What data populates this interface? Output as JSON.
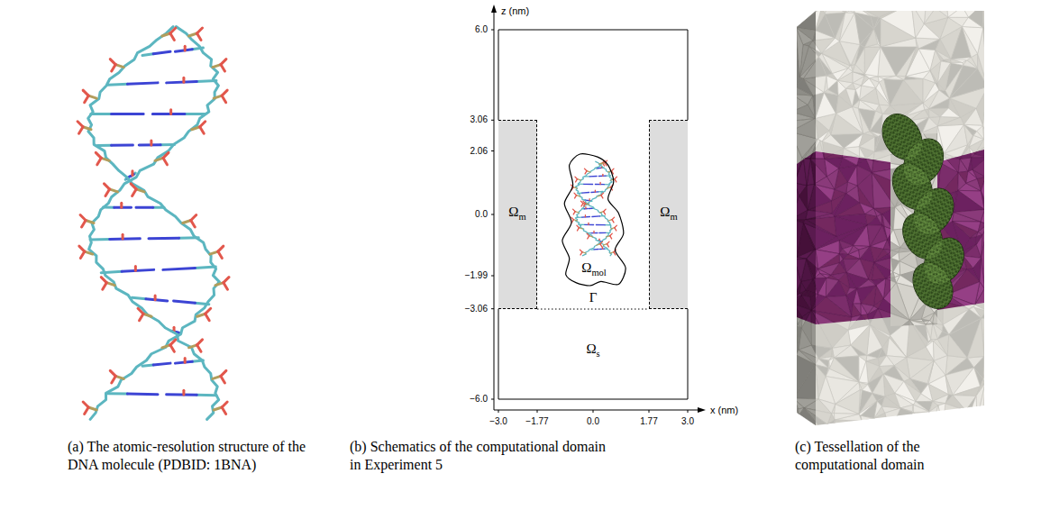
{
  "diagram": {
    "nodes": [
      {
        "text": [
          "Ωm"
        ]
      },
      {
        "text": [
          "Ωm"
        ]
      },
      {
        "text": [
          "Ωmol"
        ]
      }
    ],
    "labels": [
      "z (nm)",
      "6.0",
      "3.06",
      "2.06",
      "0.0",
      "−1.99",
      "−3.06",
      "−6.0",
      "Γ",
      "Ωs",
      "−3.0",
      "−1.77",
      "0.0",
      "1.77",
      "3.0",
      "x (nm)",
      "(a) The atomic-resolution structure of the DNA molecule (PDBID: 1BNA)",
      "(b) Schematics of the computational domain in Experiment 5",
      "(c) Tessellation of the computational domain"
    ]
  }
}
